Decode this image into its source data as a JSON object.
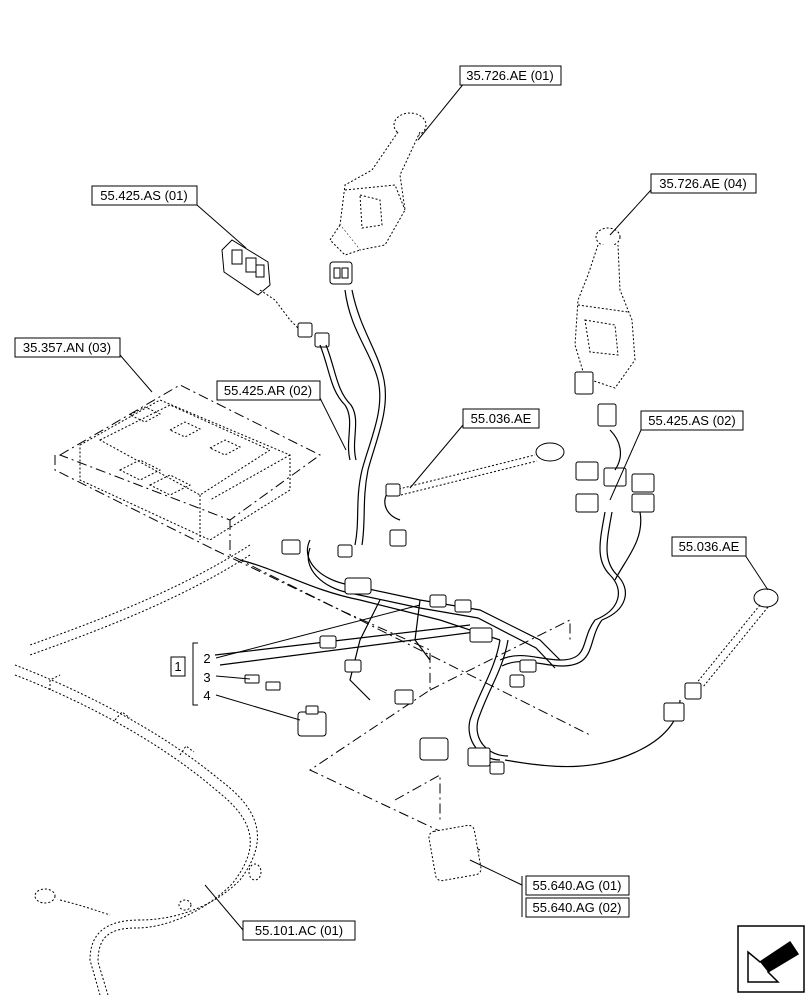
{
  "callouts": {
    "joystick_left": "35.726.AE (01)",
    "switch_left": "55.425.AS (01)",
    "joystick_right": "35.726.AE (04)",
    "module": "35.357.AN (03)",
    "harness_ar": "55.425.AR (02)",
    "sensor_mid": "55.036.AE",
    "switch_right": "55.425.AS (02)",
    "sensor_right": "55.036.AE",
    "module_bottom_a": "55.640.AG (01)",
    "module_bottom_b": "55.640.AG (02)",
    "harness_main": "55.101.AC (01)"
  },
  "bracket": {
    "label": "1",
    "items": [
      "2",
      "3",
      "4"
    ]
  },
  "icons": {
    "orientation": "direction-arrow-icon"
  }
}
